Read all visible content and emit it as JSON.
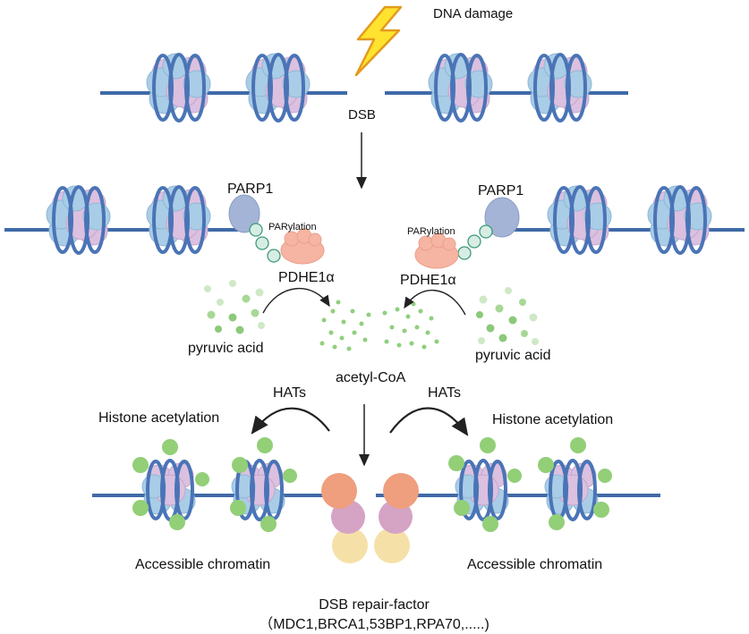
{
  "labels": {
    "damage": "DNA damage",
    "dsb": "DSB",
    "parp_left": "PARP1",
    "parp_right": "PARP1",
    "parylation_left": "PARylation",
    "parylation_right": "PARylation",
    "pdhe_left": "PDHE1α",
    "pdhe_right": "PDHE1α",
    "pyruvic_left": "pyruvic acid",
    "pyruvic_right": "pyruvic acid",
    "acetyl": "acetyl-CoA",
    "hats_left": "HATs",
    "hats_right": "HATs",
    "histone_left": "Histone acetylation",
    "histone_right": "Histone acetylation",
    "chromatin_left": "Accessible chromatin",
    "chromatin_right": "Accessible chromatin",
    "repair_title": "DSB repair-factor",
    "repair_list": "（MDC1,BRCA1,53BP1,RPA70,.....)"
  },
  "colors": {
    "dna": "#3f6aa8",
    "nucleosome_blue": "#a9cde6",
    "nucleosome_pink": "#dcc0e0",
    "histone_ring": "#4a74b6",
    "parp": "#a3b4d6",
    "parylation_bead": "#d7ede4",
    "pdhe": "#f6b4a2",
    "acetyl_dot": "#8fcf7e",
    "lightning": "#ffe32e",
    "repair_top": "#ef9e7e",
    "repair_mid": "#d5a3c4",
    "repair_bottom": "#f5e1a8"
  }
}
